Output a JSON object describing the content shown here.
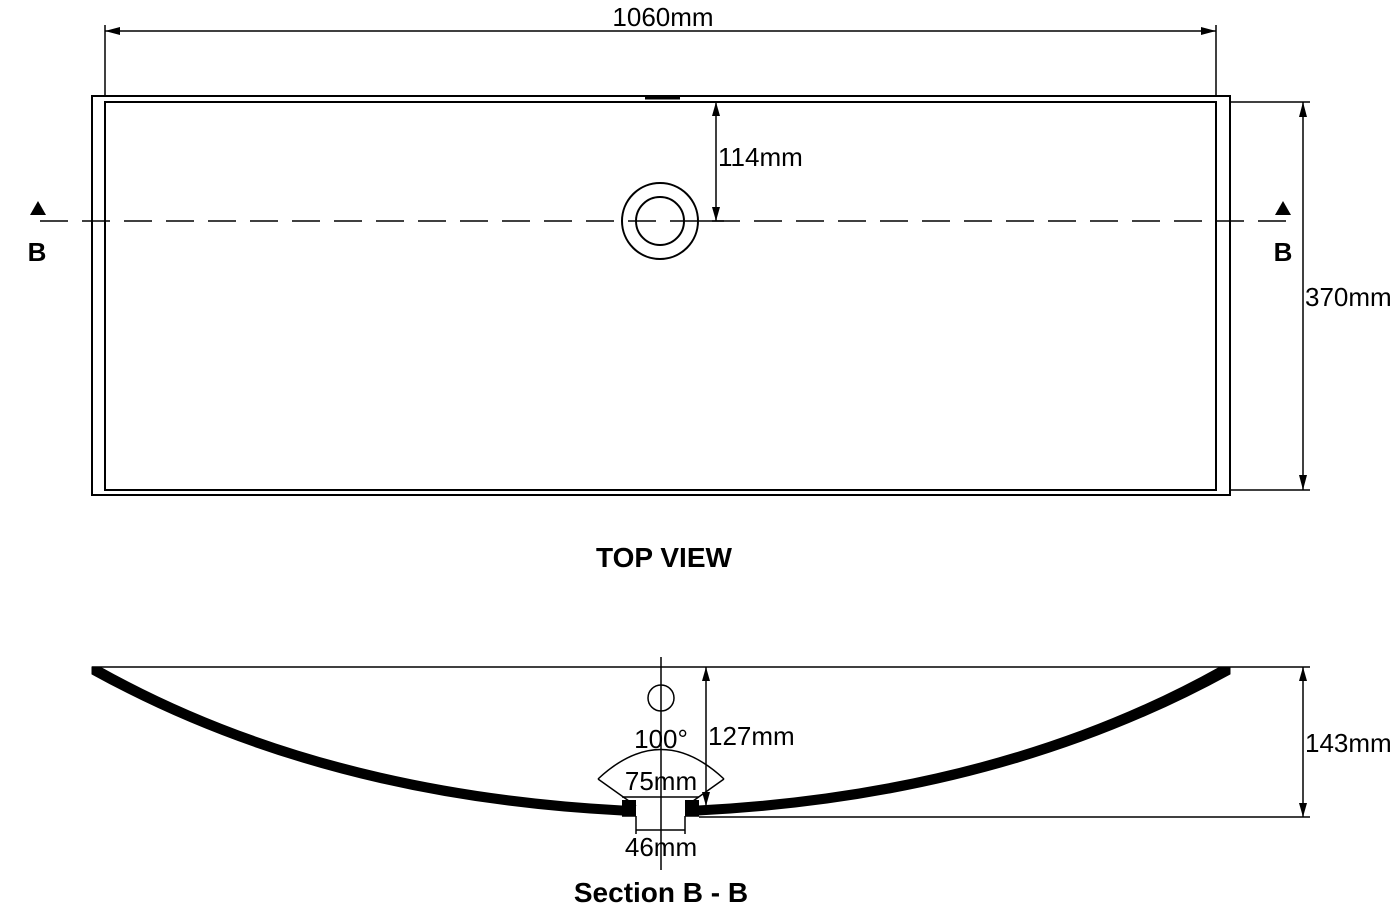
{
  "top_view": {
    "title": "TOP VIEW",
    "width_dim": "1060mm",
    "depth_dim": "370mm",
    "drain_offset_dim": "114mm",
    "section_marker_left": "B",
    "section_marker_right": "B"
  },
  "section_view": {
    "title": "Section B - B",
    "angle_dim": "100°",
    "drain_height_dim": "127mm",
    "total_height_dim": "143mm",
    "drain_top_dim": "75mm",
    "drain_bottom_dim": "46mm"
  }
}
